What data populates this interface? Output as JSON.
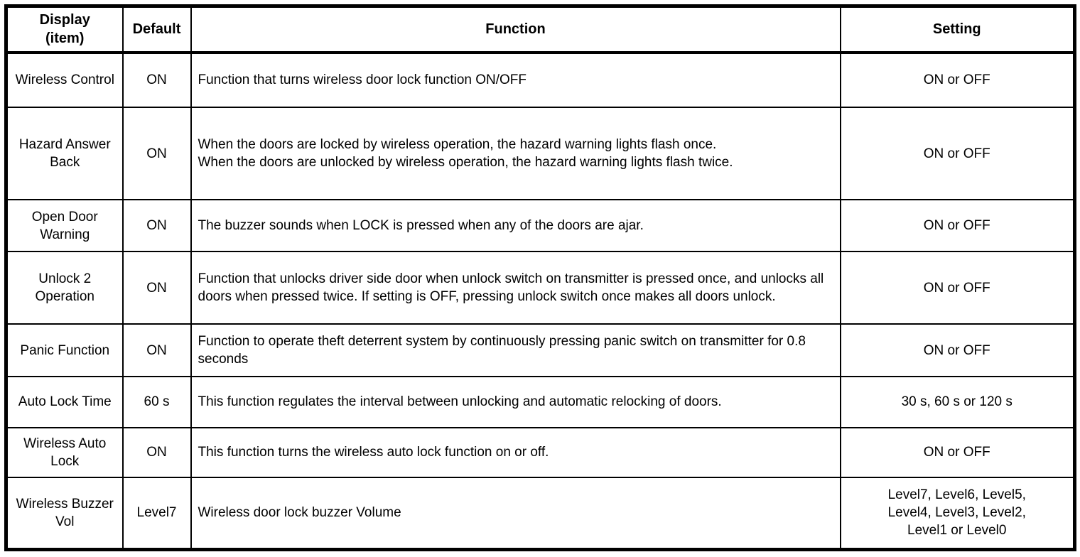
{
  "table": {
    "headers": {
      "display": "Display\n(item)",
      "default": "Default",
      "function": "Function",
      "setting": "Setting"
    },
    "rows": [
      {
        "display": "Wireless Control",
        "default": "ON",
        "function": "Function that turns wireless door lock function ON/OFF",
        "setting": "ON or OFF"
      },
      {
        "display": "Hazard Answer Back",
        "default": "ON",
        "function": "When the doors are locked by wireless operation, the hazard warning lights flash once.\nWhen the doors are unlocked by wireless operation, the hazard warning lights flash twice.",
        "setting": "ON or OFF"
      },
      {
        "display": "Open Door Warning",
        "default": "ON",
        "function": "The buzzer sounds when LOCK is pressed when any of the doors are ajar.",
        "setting": "ON or OFF"
      },
      {
        "display": "Unlock 2 Operation",
        "default": "ON",
        "function": "Function that unlocks driver side door when unlock switch on transmitter is pressed once, and unlocks all doors when pressed twice. If setting is OFF, pressing unlock switch once makes all doors unlock.",
        "setting": "ON or OFF"
      },
      {
        "display": "Panic Function",
        "default": "ON",
        "function": "Function to operate theft deterrent system by continuously pressing panic switch on transmitter for 0.8 seconds",
        "setting": "ON or OFF"
      },
      {
        "display": "Auto Lock Time",
        "default": "60 s",
        "function": "This function regulates the interval between unlocking and automatic relocking of doors.",
        "setting": "30 s, 60 s or 120 s"
      },
      {
        "display": "Wireless Auto Lock",
        "default": "ON",
        "function": "This function turns the wireless auto lock function on or off.",
        "setting": "ON or OFF"
      },
      {
        "display": "Wireless Buzzer Vol",
        "default": "Level7",
        "function": "Wireless door lock buzzer Volume",
        "setting": "Level7, Level6, Level5,\nLevel4, Level3, Level2,\nLevel1 or Level0"
      }
    ]
  }
}
